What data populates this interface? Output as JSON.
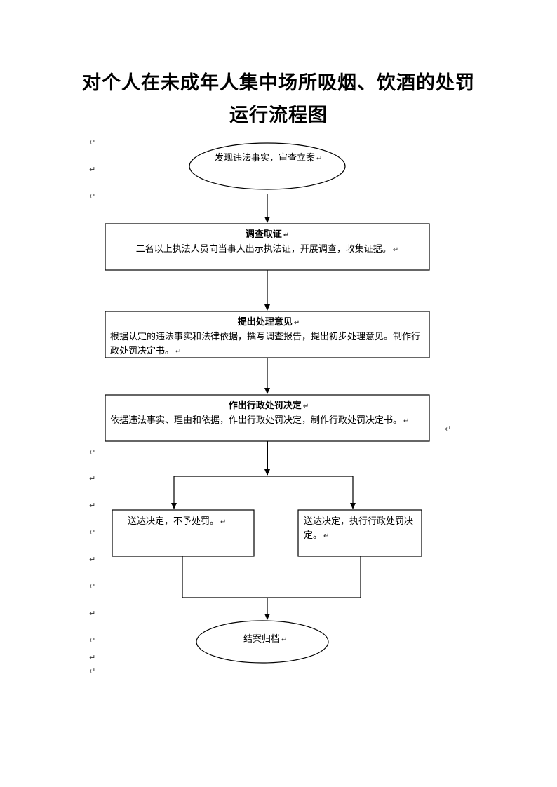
{
  "title": {
    "line1": "对个人在未成年人集中场所吸烟、饮酒的处罚",
    "line2": "运行流程图"
  },
  "paragraph_mark": "↵",
  "nodes": {
    "start": {
      "text": "发现违法事实，审查立案"
    },
    "step1": {
      "heading": "调查取证",
      "body": "二名以上执法人员向当事人出示执法证，开展调查，收集证据。"
    },
    "step2": {
      "heading": "提出处理意见",
      "body": "根据认定的违法事实和法律依据，撰写调查报告，提出初步处理意见。制作行政处罚决定书。"
    },
    "step3": {
      "heading": "作出行政处罚决定",
      "body": "依据违法事实、理由和依据，作出行政处罚决定，制作行政处罚决定书。"
    },
    "branch_left": {
      "text": "送达决定，不予处罚。"
    },
    "branch_right": {
      "text": "送达决定，执行行政处罚决定。"
    },
    "end": {
      "text": "结案归档"
    }
  }
}
